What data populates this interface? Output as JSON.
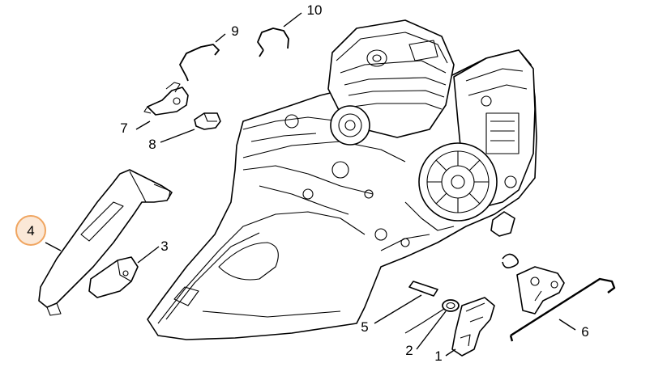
{
  "diagram": {
    "highlight_color": "#f0a560",
    "callouts": [
      {
        "id": "1",
        "label": "1",
        "highlighted": false
      },
      {
        "id": "2",
        "label": "2",
        "highlighted": false
      },
      {
        "id": "3",
        "label": "3",
        "highlighted": false
      },
      {
        "id": "4",
        "label": "4",
        "highlighted": true
      },
      {
        "id": "5",
        "label": "5",
        "highlighted": false
      },
      {
        "id": "6",
        "label": "6",
        "highlighted": false
      },
      {
        "id": "7",
        "label": "7",
        "highlighted": false
      },
      {
        "id": "8",
        "label": "8",
        "highlighted": false
      },
      {
        "id": "9",
        "label": "9",
        "highlighted": false
      },
      {
        "id": "10",
        "label": "10",
        "highlighted": false
      }
    ]
  }
}
